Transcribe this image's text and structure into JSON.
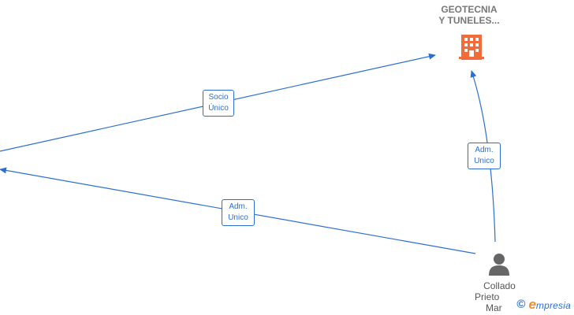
{
  "company": {
    "title_line1": "GEOTECNIA",
    "title_line2": "Y TUNELES...",
    "icon": "building-icon",
    "icon_color": "#f26b3a"
  },
  "person": {
    "name_line1": "Collado",
    "name_line2": "Prieto",
    "name_line3": "Mar",
    "icon": "person-icon",
    "icon_color": "#666666"
  },
  "edges": [
    {
      "id": "edge-socio-unico",
      "label_line1": "Socio",
      "label_line2": "Único"
    },
    {
      "id": "edge-adm-unico-left",
      "label_line1": "Adm.",
      "label_line2": "Unico"
    },
    {
      "id": "edge-adm-unico-right",
      "label_line1": "Adm.",
      "label_line2": "Unico"
    }
  ],
  "edge_color": "#2c6fcf",
  "brand": {
    "copyright": "©",
    "logo_initial": "e",
    "logo_rest": "mpresia"
  }
}
